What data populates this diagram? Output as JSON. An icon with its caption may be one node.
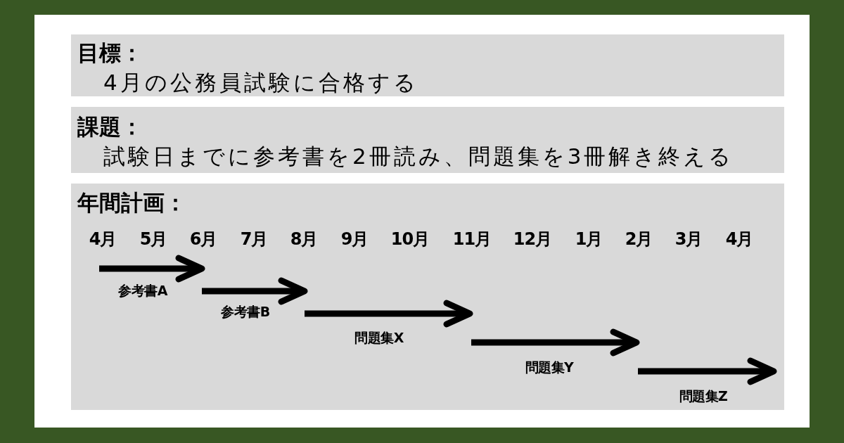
{
  "diagram": {
    "nodes": [
      {
        "text": [
          "目標：",
          "4月の公務員試験に合格する"
        ]
      },
      {
        "text": [
          "課題：",
          "試験日までに参考書を2冊読み、問題集を3冊解き終える"
        ]
      },
      {
        "text": [
          "年間計画："
        ]
      }
    ],
    "labels": [
      "4月",
      "5月",
      "6月",
      "7月",
      "8月",
      "9月",
      "10月",
      "11月",
      "12月",
      "1月",
      "2月",
      "3月",
      "4月",
      "参考書A",
      "参考書B",
      "問題集X",
      "問題集Y",
      "問題集Z"
    ]
  }
}
